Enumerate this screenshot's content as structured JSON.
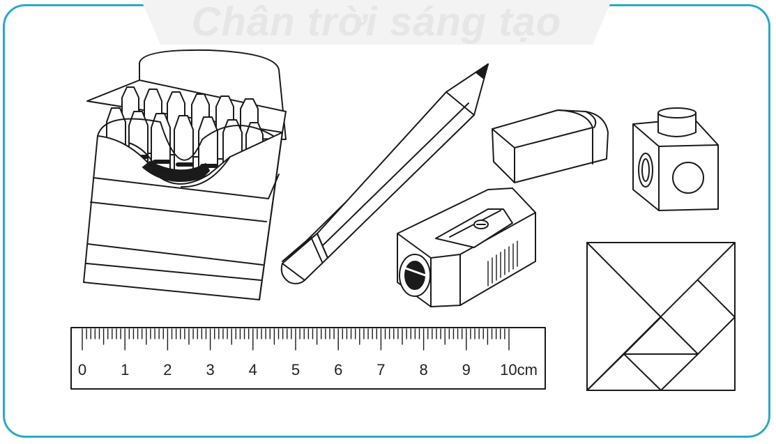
{
  "watermark": {
    "text": "Chân trời sáng tạo"
  },
  "colors": {
    "frame": "#2aa8c9",
    "line": "#1a1a1a",
    "watermark": "#e6e6e6"
  },
  "items": [
    {
      "name": "crayon-box",
      "icon": "crayon-box-icon"
    },
    {
      "name": "pencil",
      "icon": "pencil-icon"
    },
    {
      "name": "eraser",
      "icon": "eraser-icon"
    },
    {
      "name": "counting-cube",
      "icon": "cube-icon"
    },
    {
      "name": "pencil-sharpener",
      "icon": "sharpener-icon"
    },
    {
      "name": "tangram",
      "icon": "tangram-icon"
    },
    {
      "name": "ruler",
      "icon": "ruler-icon"
    }
  ],
  "ruler": {
    "labels": [
      "0",
      "1",
      "2",
      "3",
      "4",
      "5",
      "6",
      "7",
      "8",
      "9",
      "10"
    ],
    "unit": "cm"
  }
}
